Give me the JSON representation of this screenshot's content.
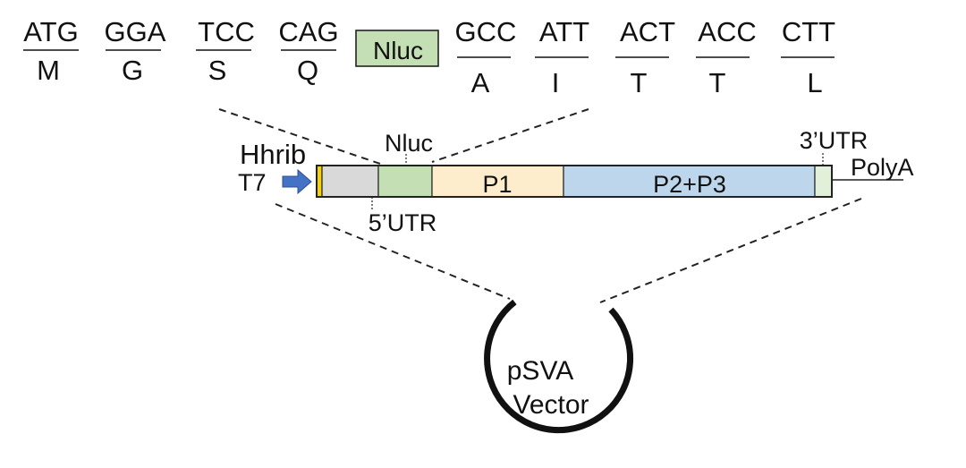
{
  "codons_left": [
    {
      "codon": "ATG",
      "aa": "M"
    },
    {
      "codon": "GGA",
      "aa": "G"
    },
    {
      "codon": "TCC",
      "aa": "S"
    },
    {
      "codon": "CAG",
      "aa": "Q"
    }
  ],
  "insert_label": "Nluc",
  "codons_right": [
    {
      "codon": "GCC",
      "aa": "A"
    },
    {
      "codon": "ATT",
      "aa": "I"
    },
    {
      "codon": "ACT",
      "aa": "T"
    },
    {
      "codon": "ACC",
      "aa": "T"
    },
    {
      "codon": "CTT",
      "aa": "L"
    }
  ],
  "construct": {
    "hhrib_label": "Hhrib",
    "t7_label": "T7",
    "nluc_label": "Nluc",
    "utr5_label": "5’UTR",
    "utr3_label": "3’UTR",
    "polya_label": "PolyA",
    "p1_label": "P1",
    "p23_label": "P2+P3"
  },
  "vector": {
    "line1": "pSVA",
    "line2": "Vector"
  },
  "colors": {
    "nluc": "#c5dfb4",
    "p1": "#fdedcc",
    "p23": "#bed6ec",
    "utr5": "#d9d9d9",
    "utr3": "#e2efd9",
    "hhrib": "#f5d400",
    "arrow": "#4472c4"
  }
}
